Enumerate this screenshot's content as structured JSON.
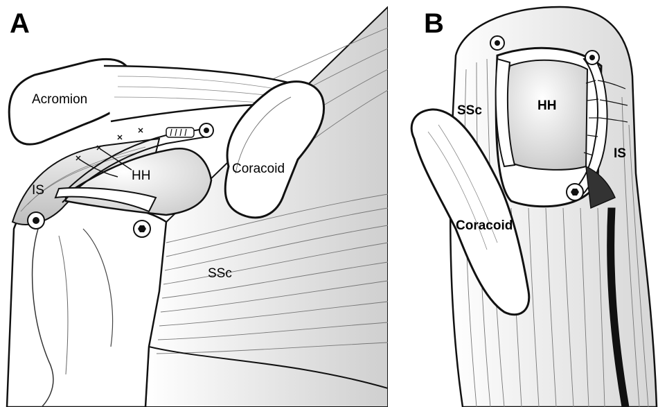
{
  "panels": [
    {
      "letter": "A",
      "labels": {
        "acromion": "Acromion",
        "coracoid": "Coracoid",
        "humeral_head": "HH",
        "infraspinatus": "IS",
        "subscapularis": "SSc"
      }
    },
    {
      "letter": "B",
      "labels": {
        "subscapularis": "SSc",
        "humeral_head": "HH",
        "infraspinatus": "IS",
        "coracoid": "Coracoid"
      }
    }
  ]
}
